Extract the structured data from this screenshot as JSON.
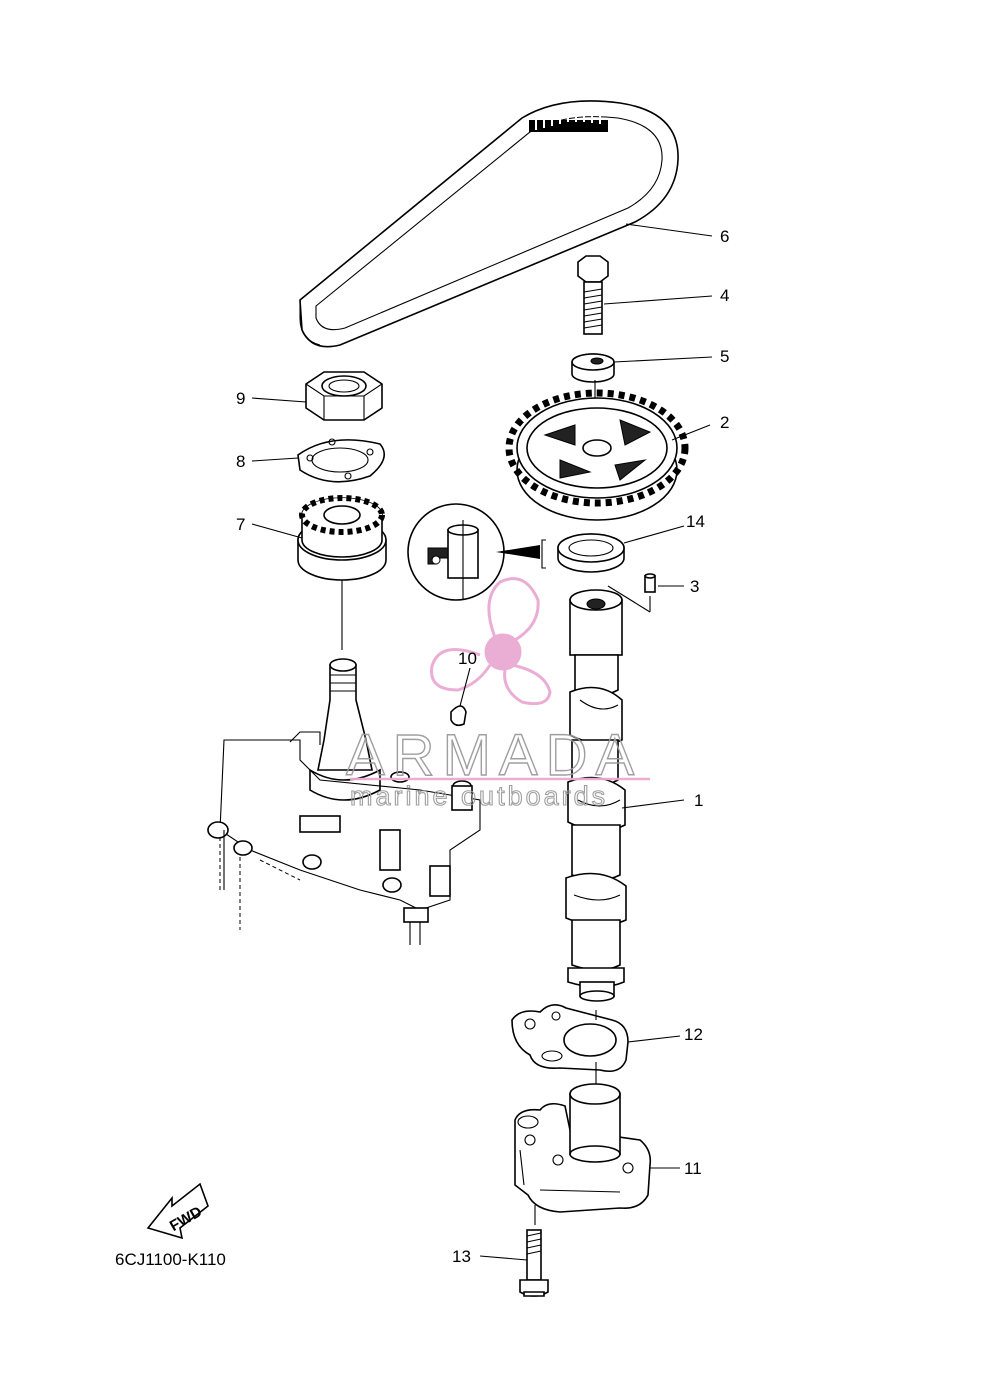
{
  "diagram_code": "6CJ1100-K110",
  "fwd_label": "FWD",
  "watermark": {
    "brand": "ARMADA",
    "tagline": "marine outboards",
    "color": "#e9a9d2"
  },
  "callouts": {
    "c1": "1",
    "c2": "2",
    "c3": "3",
    "c4": "4",
    "c5": "5",
    "c6": "6",
    "c7": "7",
    "c8": "8",
    "c9": "9",
    "c10": "10",
    "c11": "11",
    "c12": "12",
    "c13": "13",
    "c14": "14"
  }
}
